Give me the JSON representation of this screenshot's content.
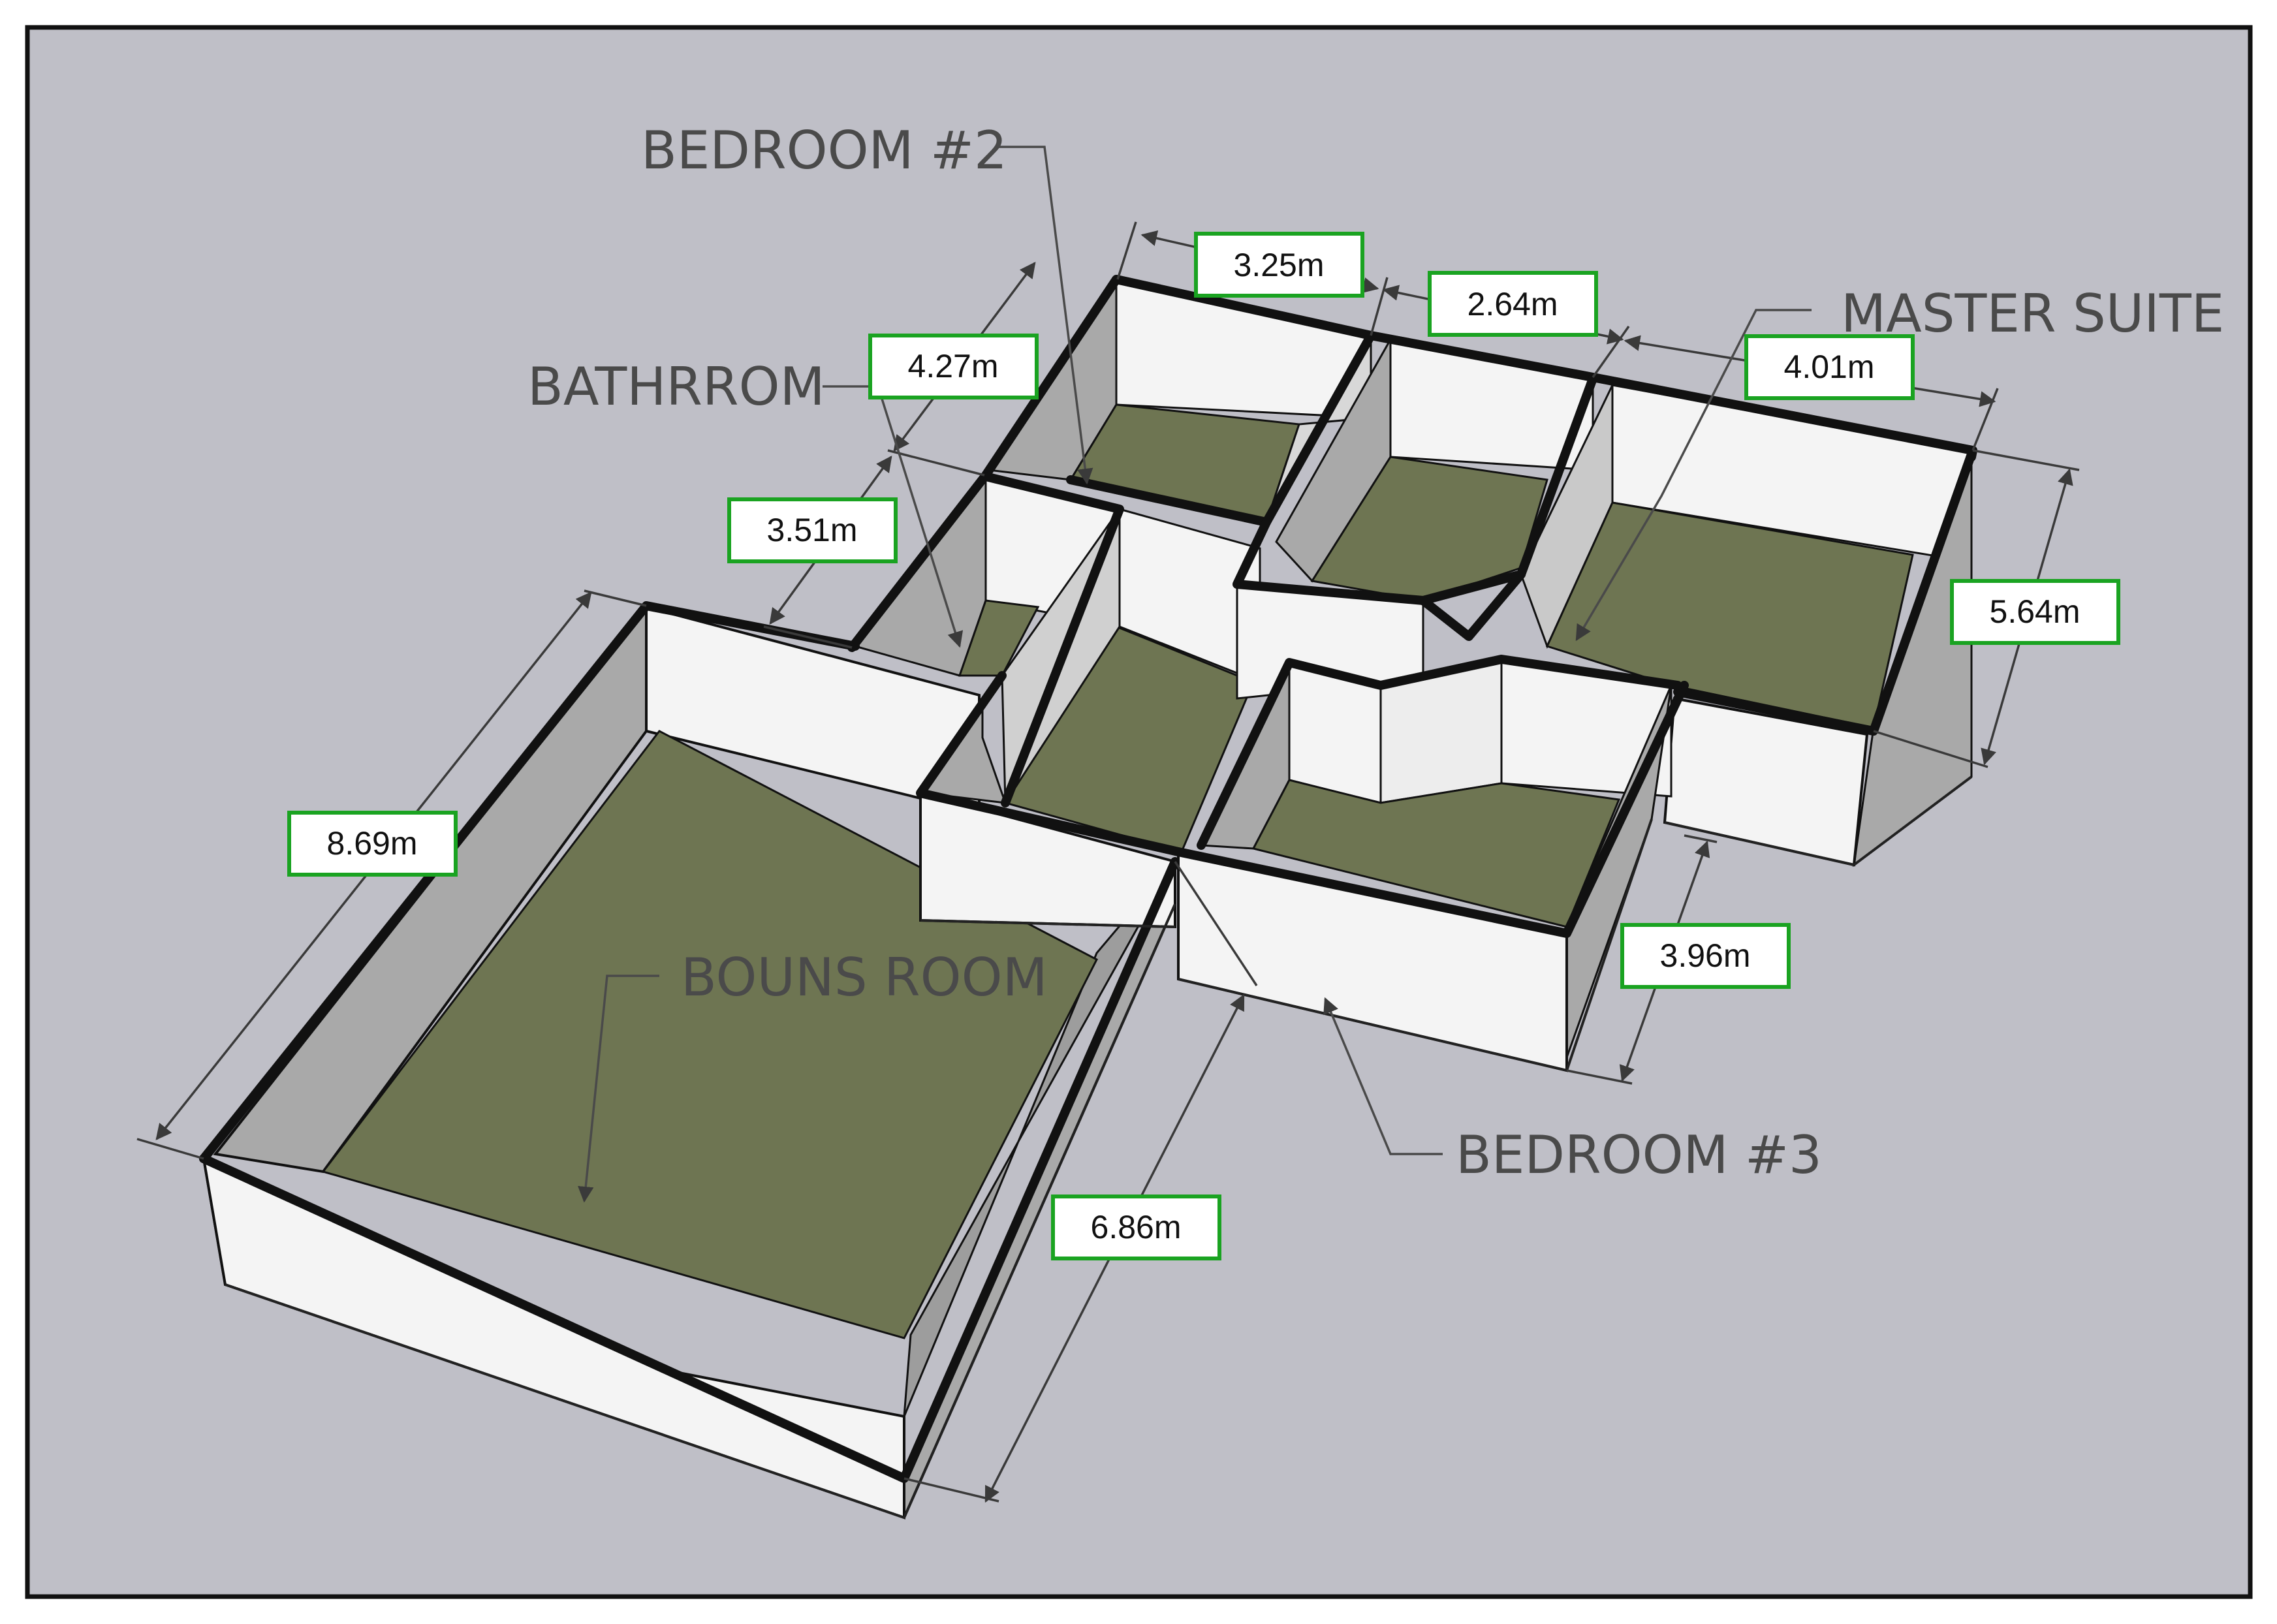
{
  "colors": {
    "background": "#bfbfc7",
    "frame": "#111111",
    "floor": "#6e7552",
    "wall_light": "#f4f4f4",
    "wall_shade": "#a9a9a9",
    "label_box_border": "#1aa321"
  },
  "rooms": {
    "bedroom2": "BEDROOM #2",
    "bathroom": "BATHRROM",
    "master_suite": "MASTER SUITE",
    "bonus_room": "BOUNS ROOM",
    "bedroom3": "BEDROOM #3"
  },
  "dimensions": {
    "d_3_25": "3.25m",
    "d_2_64": "2.64m",
    "d_4_01": "4.01m",
    "d_4_27": "4.27m",
    "d_3_51": "3.51m",
    "d_5_64": "5.64m",
    "d_8_69": "8.69m",
    "d_3_96": "3.96m",
    "d_6_86": "6.86m"
  }
}
